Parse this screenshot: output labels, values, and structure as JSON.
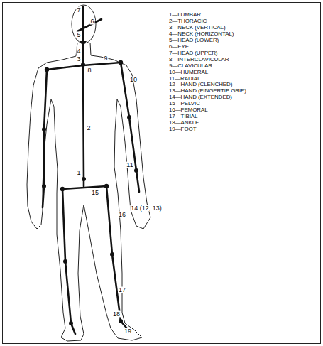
{
  "diagram": {
    "labels": [
      "7",
      "6",
      "5",
      "4",
      "3",
      "8",
      "9",
      "10",
      "2",
      "11",
      "14 (12, 13)",
      "1",
      "15",
      "16",
      "17",
      "18",
      "19",
      "1—LUMBAR",
      "2—THORACIC",
      "3—NECK (VERTICAL)",
      "4—NECK (HORIZONTAL)",
      "5—HEAD (LOWER)",
      "6—EYE",
      "7—HEAD (UPPER)",
      "8—INTERCLAVICULAR",
      "9—CLAVICULAR",
      "10—HUMERAL",
      "11—RADIAL",
      "12—HAND (CLENCHED)",
      "13—HAND (FINGERTIP GRIP)",
      "14—HAND (EXTENDED)",
      "15—PELVIC",
      "16—FEMORAL",
      "17—TIBIAL",
      "18—ANKLE",
      "19—FOOT"
    ]
  }
}
